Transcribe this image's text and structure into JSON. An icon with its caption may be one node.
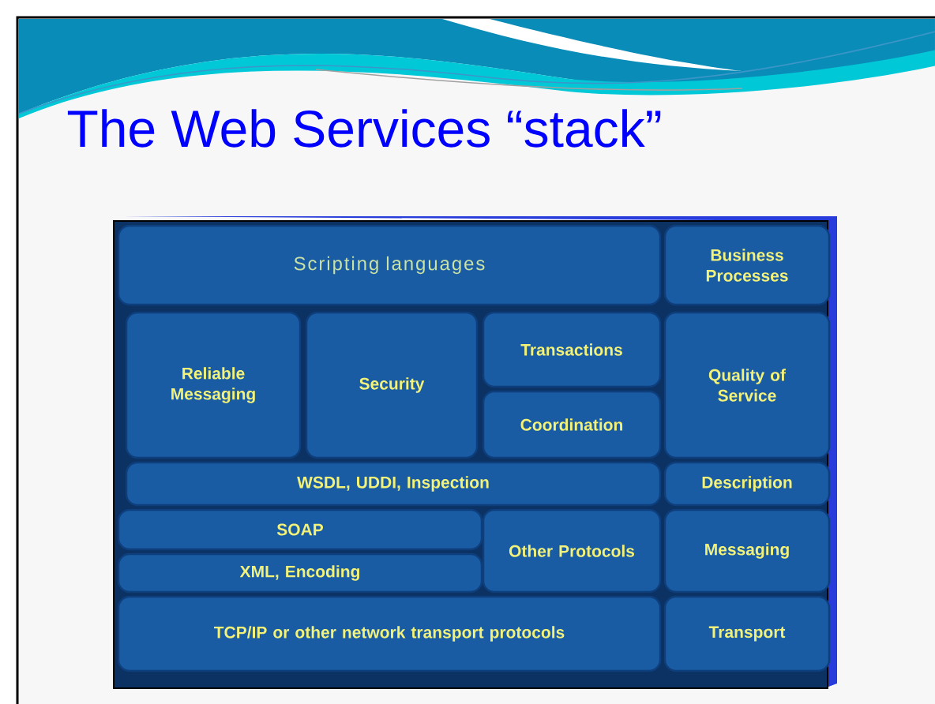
{
  "diagram": {
    "title": "The Web Services “stack”",
    "nodes": [
      {
        "text": [
          "Scripting languages"
        ]
      },
      {
        "text": [
          "Business Processes"
        ]
      },
      {
        "text": [
          "Reliable Messaging"
        ]
      },
      {
        "text": [
          "Security"
        ]
      },
      {
        "text": [
          "Transactions"
        ]
      },
      {
        "text": [
          "Quality of Service"
        ]
      },
      {
        "text": [
          "Coordination"
        ]
      },
      {
        "text": [
          "WSDL, UDDI, Inspection"
        ]
      },
      {
        "text": [
          "Description"
        ]
      },
      {
        "text": [
          "SOAP"
        ]
      },
      {
        "text": [
          "Other Protocols"
        ]
      },
      {
        "text": [
          "Messaging"
        ]
      },
      {
        "text": [
          "XML, Encoding"
        ]
      },
      {
        "text": [
          "TCP/IP or other network transport protocols"
        ]
      },
      {
        "text": [
          "Transport"
        ]
      }
    ]
  }
}
